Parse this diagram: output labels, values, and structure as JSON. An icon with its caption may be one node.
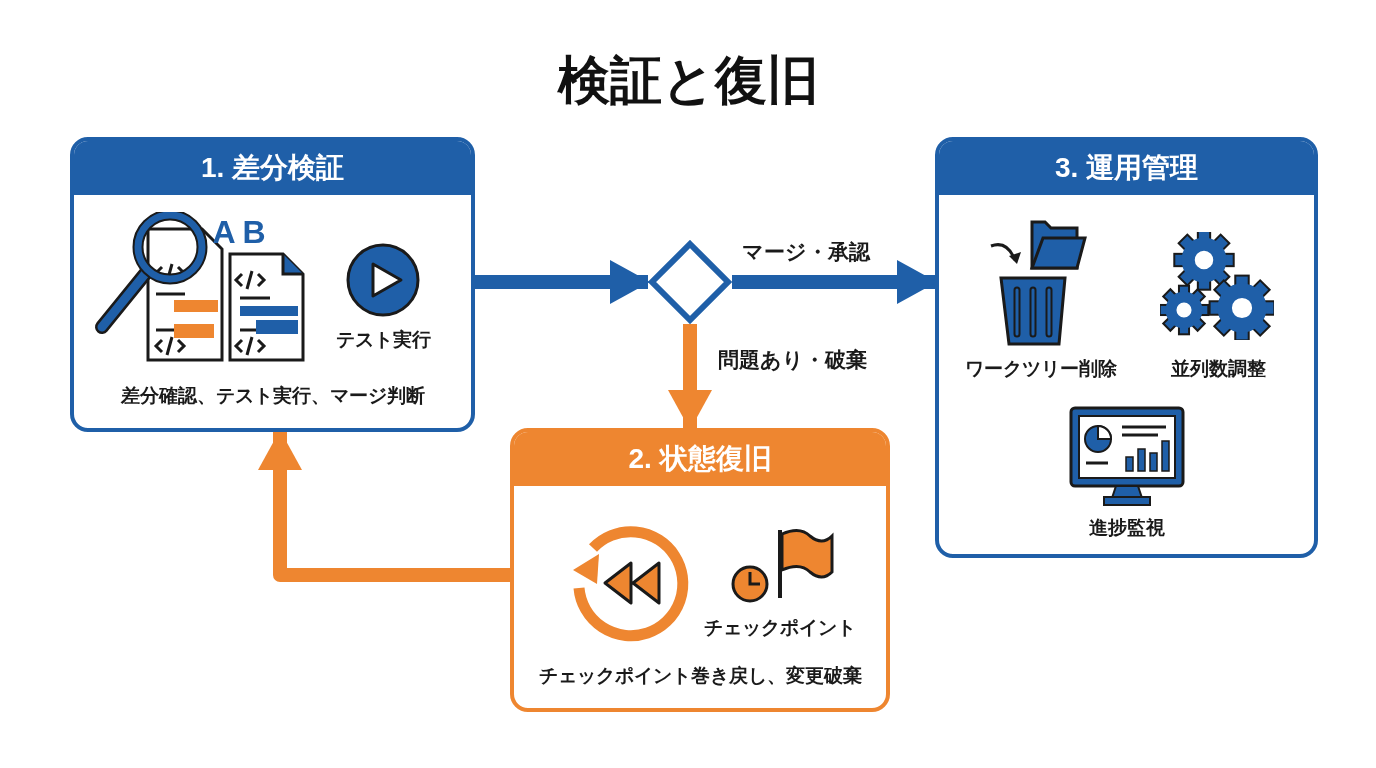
{
  "diagram": {
    "title": "検証と復旧",
    "nodes": [
      {
        "text": [
          "1. 差分検証",
          "差分確認、テスト実行、マージ判断"
        ]
      },
      {
        "text": [],
        "shape": "diamond"
      },
      {
        "text": [
          "3. 運用管理"
        ]
      },
      {
        "text": [
          "2. 状態復旧",
          "チェックポイント巻き戻し、変更破棄"
        ]
      }
    ],
    "edges": [
      {
        "from": 0,
        "to": 1,
        "arrow": "to",
        "color": "#1f5fa8"
      },
      {
        "from": 1,
        "to": 2,
        "arrow": "to",
        "label": "マージ・承認",
        "color": "#1f5fa8"
      },
      {
        "from": 1,
        "to": 3,
        "arrow": "to",
        "label": "問題あり・破棄",
        "color": "#ee8630"
      },
      {
        "from": 3,
        "to": 0,
        "arrow": "to",
        "color": "#ee8630"
      }
    ],
    "labels": [
      "A",
      "B",
      "テスト実行",
      "ワークツリー削除",
      "並列数調整",
      "進捗監視",
      "チェックポイント"
    ]
  }
}
